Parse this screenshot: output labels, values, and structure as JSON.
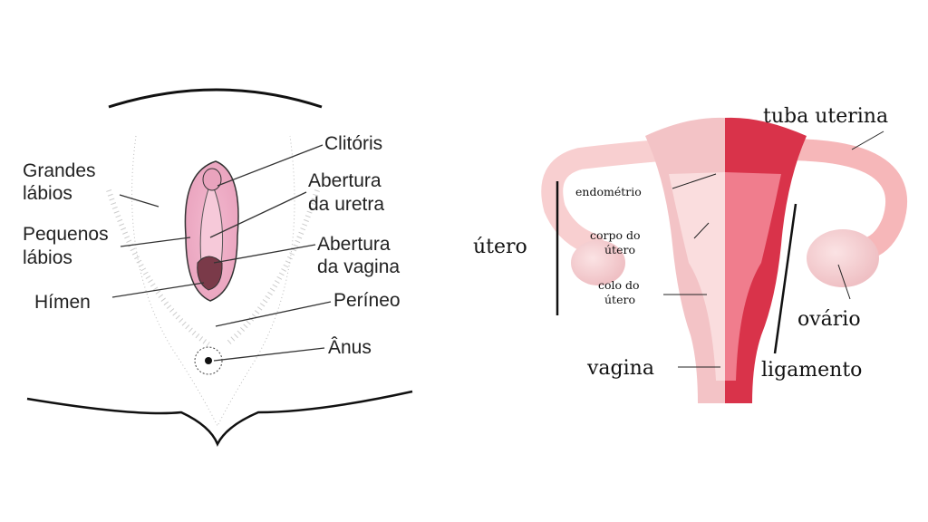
{
  "left_diagram": {
    "labels": {
      "grandes_labios": [
        "Grandes",
        "lábios"
      ],
      "pequenos_labios": [
        "Pequenos",
        "lábios"
      ],
      "himen": "Hímen",
      "clitoris": "Clitóris",
      "abertura_uretra": [
        "Abertura",
        "da uretra"
      ],
      "abertura_vagina": [
        "Abertura",
        "da vagina"
      ],
      "perineo": "Períneo",
      "anus": "Ânus"
    }
  },
  "right_diagram": {
    "labels": {
      "tuba_uterina": "tuba uterina",
      "endometrio": "endométrio",
      "utero": "útero",
      "corpo_do_utero": [
        "corpo do",
        "útero"
      ],
      "colo_do_utero": [
        "colo do",
        "útero"
      ],
      "vagina": "vagina",
      "ligamento": "ligamento",
      "ovario": "ovário"
    },
    "colors": {
      "light": "#f4c7c9",
      "dark": "#d9334a",
      "tube": "#f6b7b9"
    }
  }
}
